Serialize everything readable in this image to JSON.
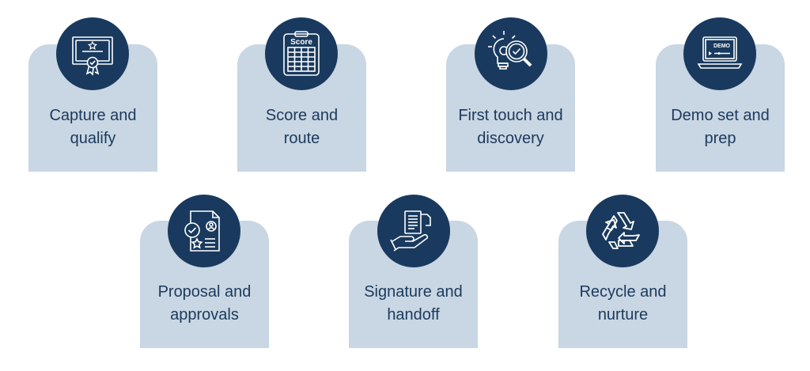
{
  "colors": {
    "card": "#c9d6e3",
    "badge": "#193a5e",
    "icon": "#ffffff",
    "text": "#1b3a5c"
  },
  "steps": [
    {
      "label": "Capture and\nqualify",
      "icon": "certificate-icon"
    },
    {
      "label": "Score and\nroute",
      "icon": "scorecard-icon",
      "icon_text": "Score"
    },
    {
      "label": "First touch and\ndiscovery",
      "icon": "lightbulb-gear-magnifier-icon"
    },
    {
      "label": "Demo set and\nprep",
      "icon": "laptop-demo-icon",
      "icon_text": "DEMO"
    },
    {
      "label": "Proposal and\napprovals",
      "icon": "approved-document-icon"
    },
    {
      "label": "Signature and\nhandoff",
      "icon": "document-handoff-icon"
    },
    {
      "label": "Recycle and\nnurture",
      "icon": "recycle-icon"
    }
  ]
}
